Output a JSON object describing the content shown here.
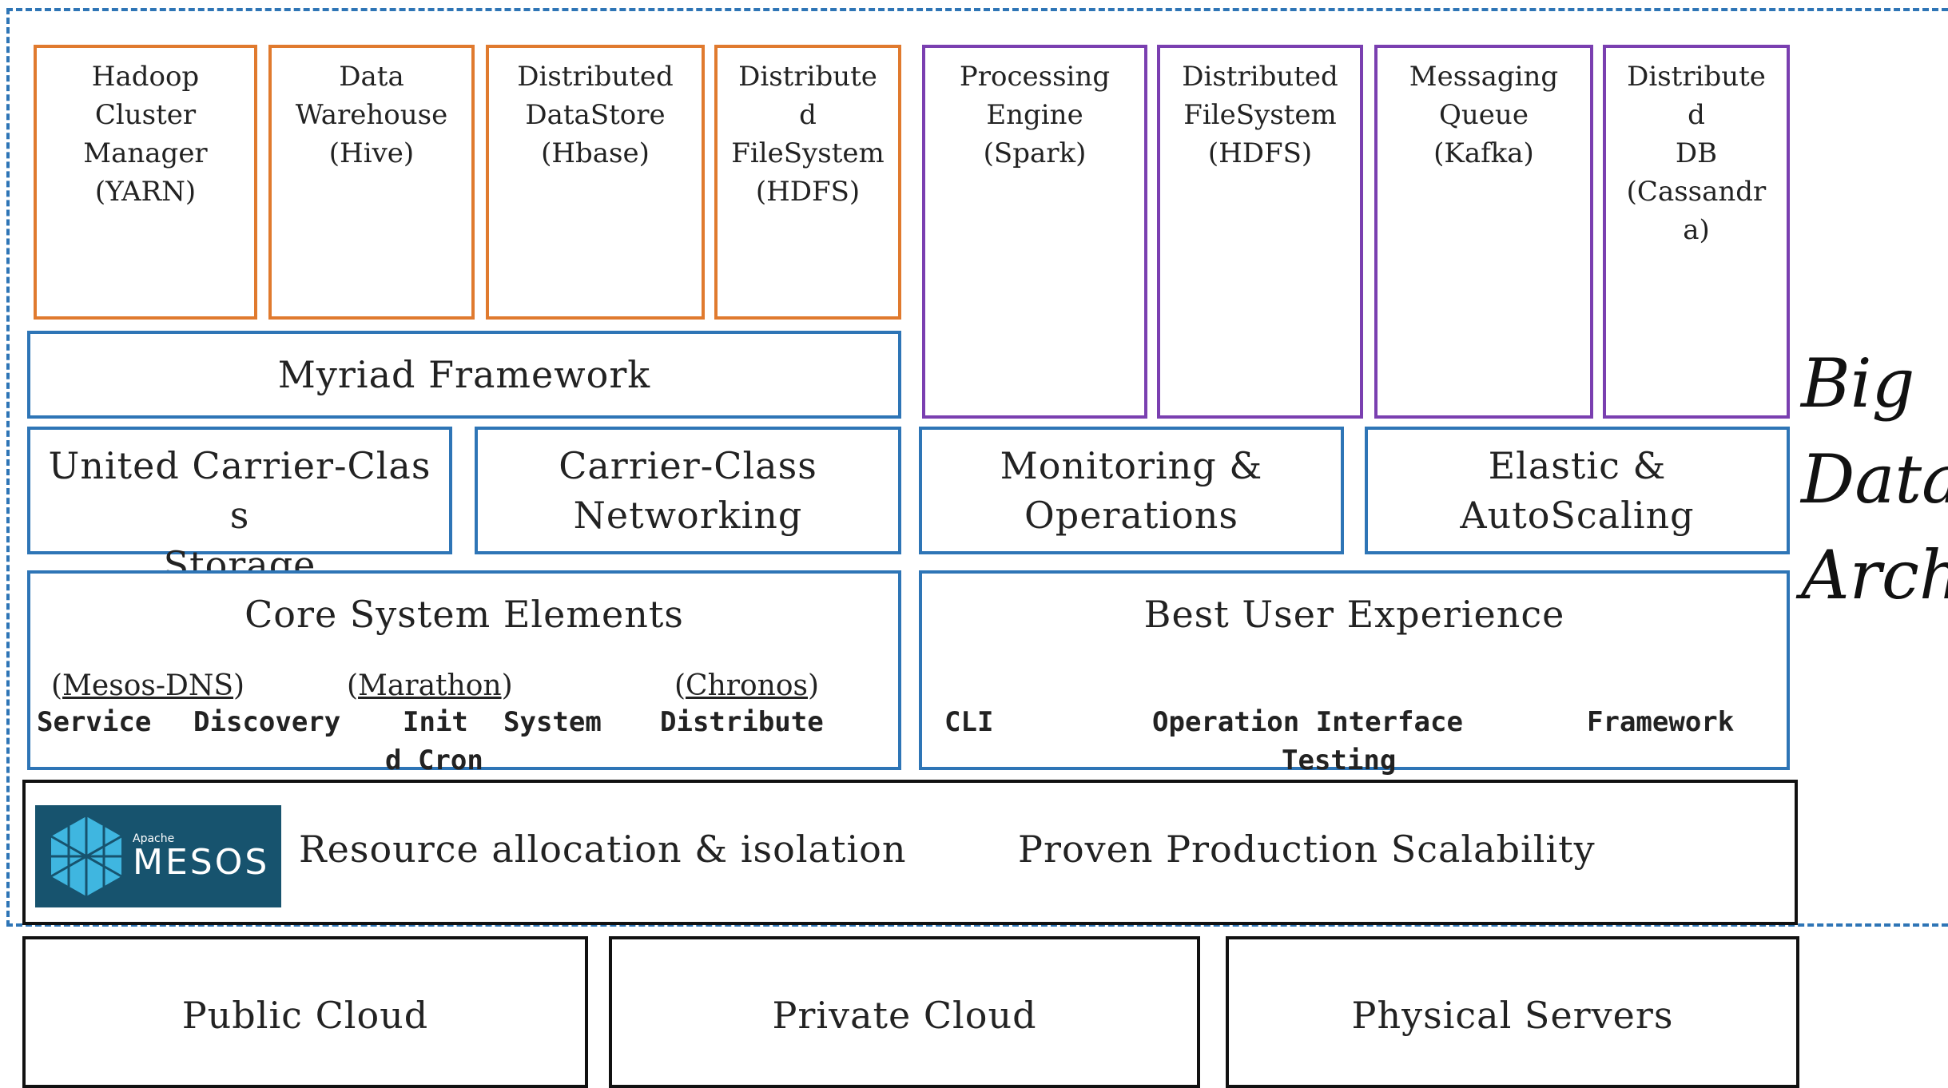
{
  "top_components": [
    {
      "label": "Hadoop\nCluster\nManager\n(YARN)"
    },
    {
      "label": "Data\nWarehouse\n(Hive)"
    },
    {
      "label": "Distributed\nDataStore\n(Hbase)"
    },
    {
      "label": "Distribute\nd\nFileSystem\n(HDFS)"
    },
    {
      "label": "Processing\nEngine\n(Spark)"
    },
    {
      "label": "Distributed\nFileSystem\n(HDFS)"
    },
    {
      "label": "Messaging\nQueue\n(Kafka)"
    },
    {
      "label": "Distribute\nd\nDB\n(Cassandr\na)"
    }
  ],
  "myriad": {
    "label": "Myriad Framework"
  },
  "capabilities": {
    "storage": "United Carrier-Clas\ns\nStorage",
    "networking": "Carrier-Class\nNetworking",
    "monitoring": "Monitoring &\nOperations",
    "elastic": "Elastic &\nAutoScaling"
  },
  "core": {
    "title": "Core System Elements",
    "mesos_dns": "Mesos-DNS",
    "marathon": "Marathon",
    "chronos": "Chronos",
    "service": "Service",
    "discovery": "Discovery",
    "init": "Init",
    "system": "System",
    "distribute": "Distribute",
    "cron": "d Cron"
  },
  "ux": {
    "title": "Best User Experience",
    "cli": "CLI",
    "operation": "Operation Interface",
    "framework": "Framework",
    "testing": "Testing"
  },
  "mesos": {
    "logo_small": "Apache",
    "logo_word": "MESOS",
    "resource": "Resource allocation & isolation",
    "scalability": "Proven Production Scalability"
  },
  "infra": {
    "public": "Public Cloud",
    "private": "Private Cloud",
    "physical": "Physical Servers"
  },
  "side_title": "Big\nData\nArch",
  "colors": {
    "orange": "#e07a2e",
    "purple": "#7a3fb0",
    "blue": "#2e75b6",
    "black": "#111111",
    "mesos_bg": "#17536e"
  }
}
